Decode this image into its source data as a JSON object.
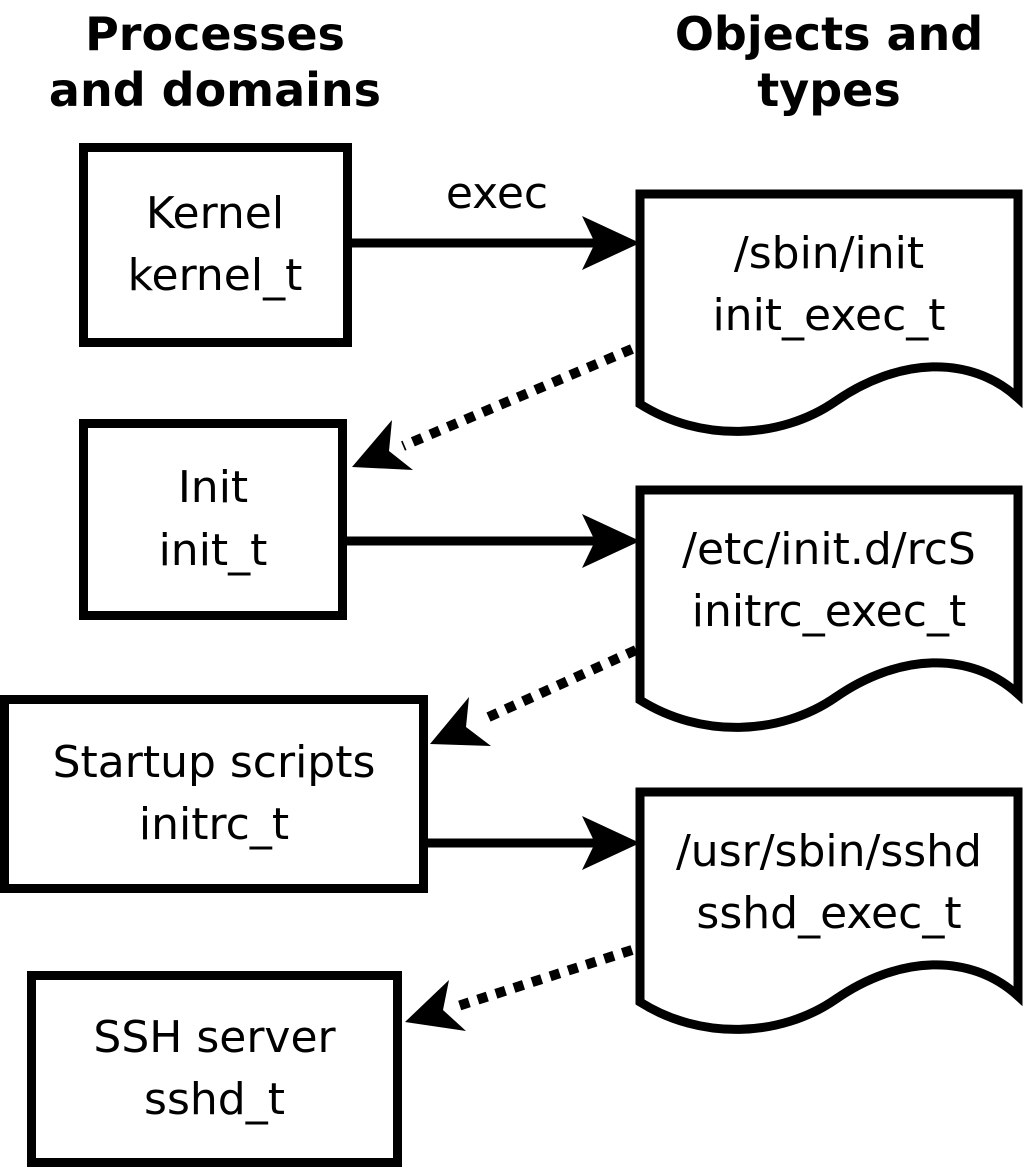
{
  "colors": {
    "ink": "#000000",
    "background": "#ffffff"
  },
  "columns": {
    "processes": {
      "heading_line1": "Processes",
      "heading_line2": "and domains"
    },
    "objects": {
      "heading_line1": "Objects and",
      "heading_line2": "types"
    }
  },
  "arrow_label": "exec",
  "processes": [
    {
      "name": "Kernel",
      "type": "kernel_t"
    },
    {
      "name": "Init",
      "type": "init_t"
    },
    {
      "name": "Startup scripts",
      "type": "initrc_t"
    },
    {
      "name": "SSH server",
      "type": "sshd_t"
    }
  ],
  "objects": [
    {
      "path": "/sbin/init",
      "type": "init_exec_t"
    },
    {
      "path": "/etc/init.d/rcS",
      "type": "initrc_exec_t"
    },
    {
      "path": "/usr/sbin/sshd",
      "type": "sshd_exec_t"
    }
  ]
}
